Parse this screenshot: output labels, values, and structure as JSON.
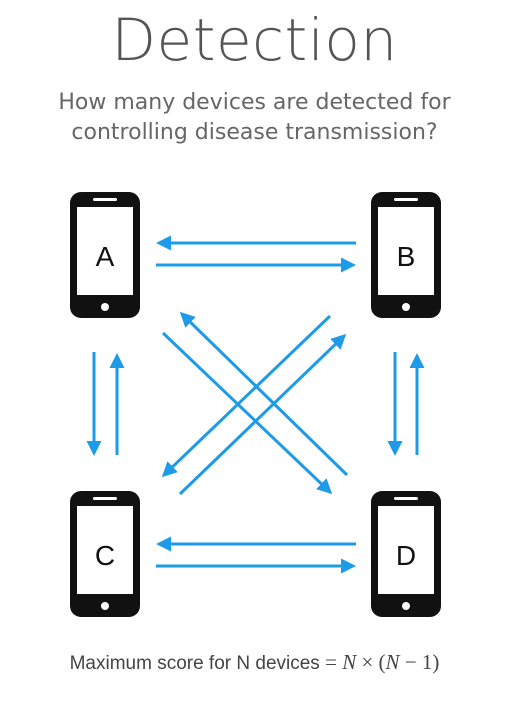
{
  "title": "Detection",
  "subtitle_lines": [
    "How many devices are detected for",
    "controlling disease transmission?"
  ],
  "devices": [
    {
      "id": "A",
      "label": "A"
    },
    {
      "id": "B",
      "label": "B"
    },
    {
      "id": "C",
      "label": "C"
    },
    {
      "id": "D",
      "label": "D"
    }
  ],
  "formula": {
    "text": "Maximum score for N devices",
    "equals": "=",
    "var": "N",
    "times": "×",
    "open": "(",
    "minus": "−",
    "one": "1",
    "close": ")"
  },
  "colors": {
    "arrow": "#1d9be8",
    "phone": "#111111",
    "text": "#555555"
  }
}
